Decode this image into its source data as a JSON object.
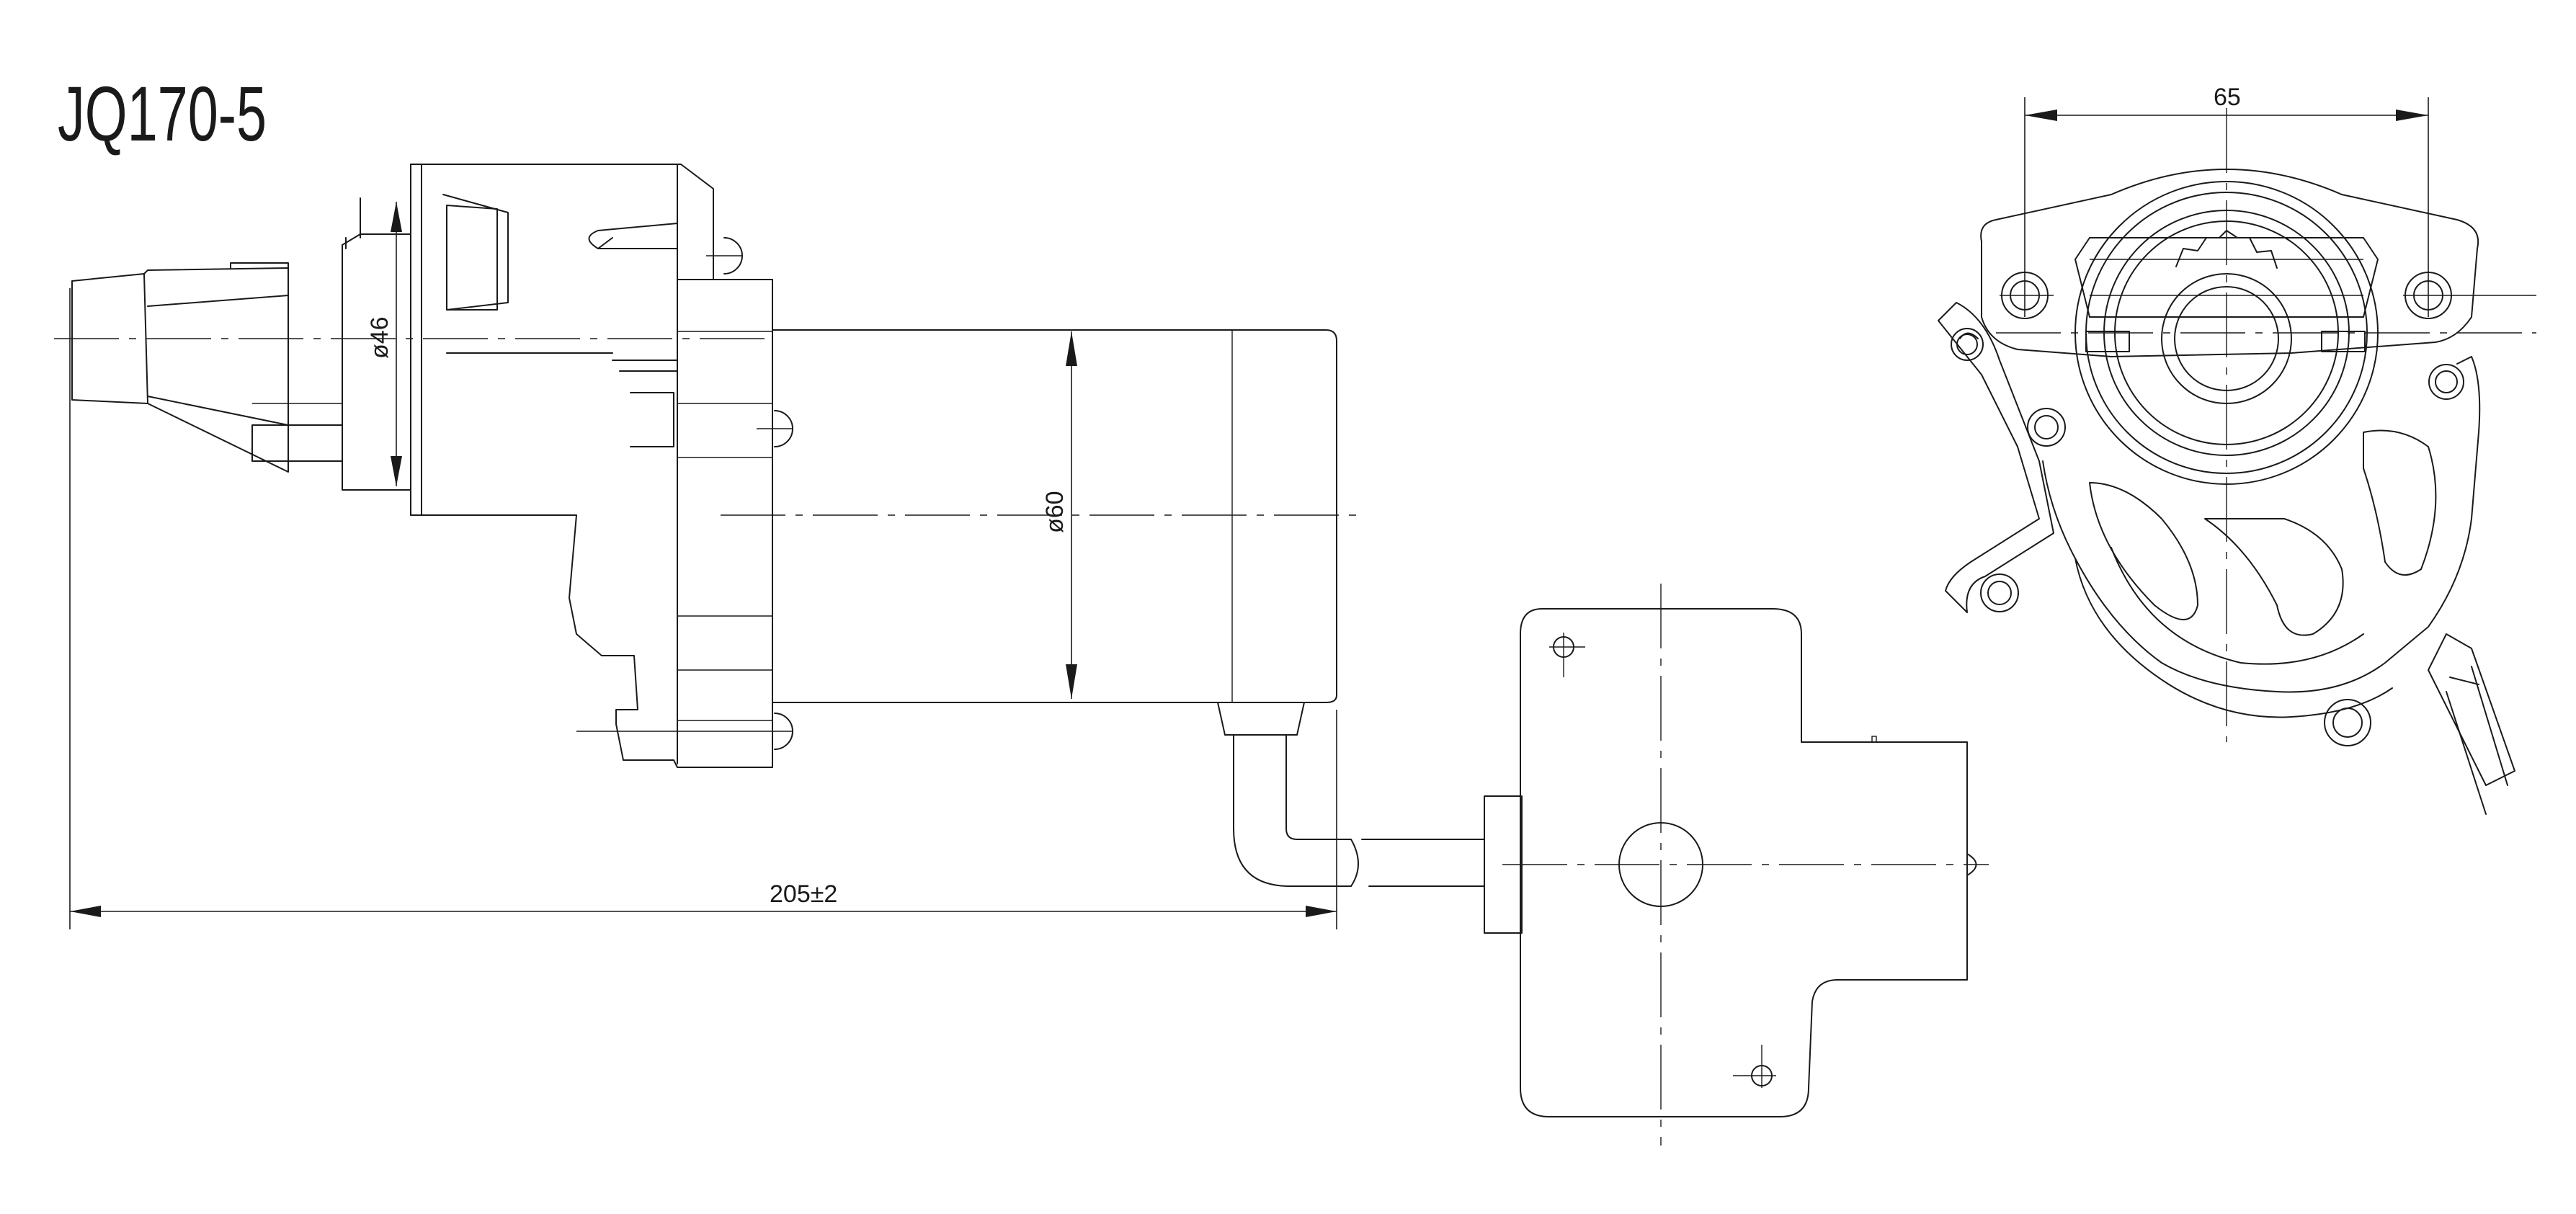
{
  "drawing": {
    "model": "JQ170-5",
    "dimensions": {
      "length": "205±2",
      "pinion_diameter": "ø46",
      "motor_diameter": "ø60",
      "bolt_spacing": "65"
    }
  }
}
